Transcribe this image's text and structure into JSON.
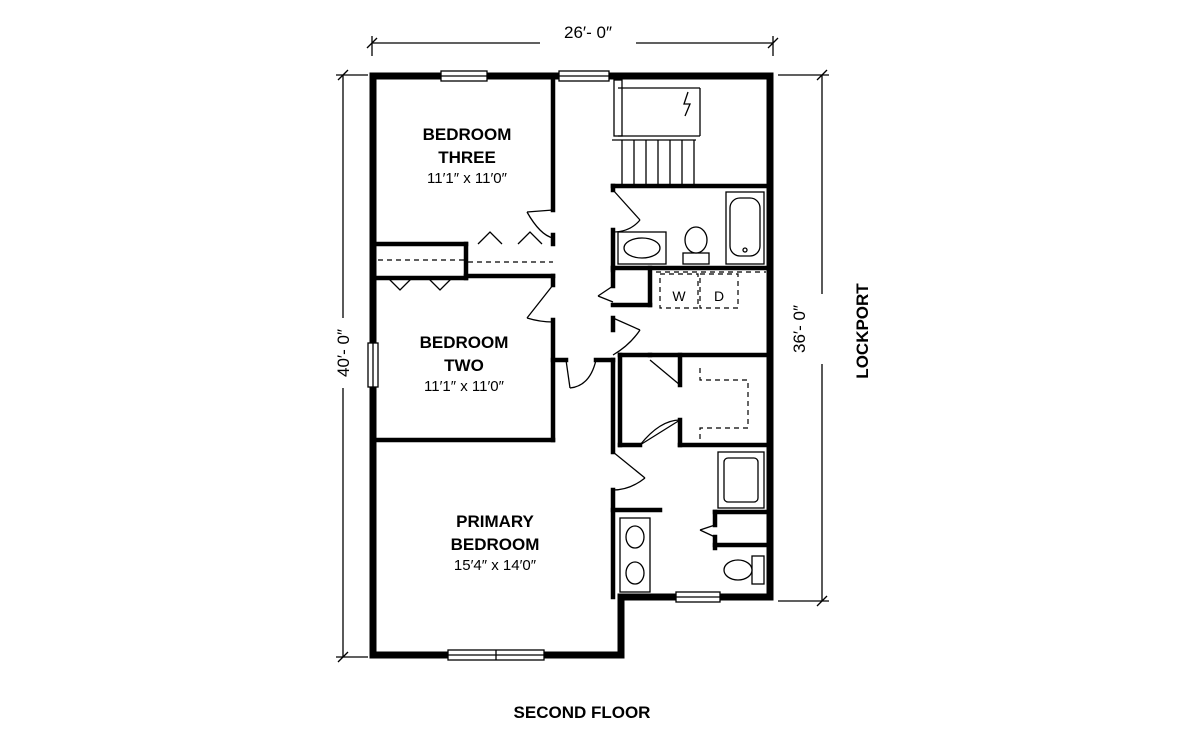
{
  "dimensions": {
    "width_top": "26′- 0″",
    "height_left": "40′- 0″",
    "height_right": "36′- 0″"
  },
  "rooms": {
    "bedroom_three": {
      "name_line1": "BEDROOM",
      "name_line2": "THREE",
      "size": "11′1″ x 11′0″"
    },
    "bedroom_two": {
      "name_line1": "BEDROOM",
      "name_line2": "TWO",
      "size": "11′1″ x 11′0″"
    },
    "primary_bedroom": {
      "name_line1": "PRIMARY",
      "name_line2": "BEDROOM",
      "size": "15′4″ x 14′0″"
    }
  },
  "laundry": {
    "washer": "W",
    "dryer": "D"
  },
  "model_name": "LOCKPORT",
  "floor_label": "SECOND FLOOR"
}
